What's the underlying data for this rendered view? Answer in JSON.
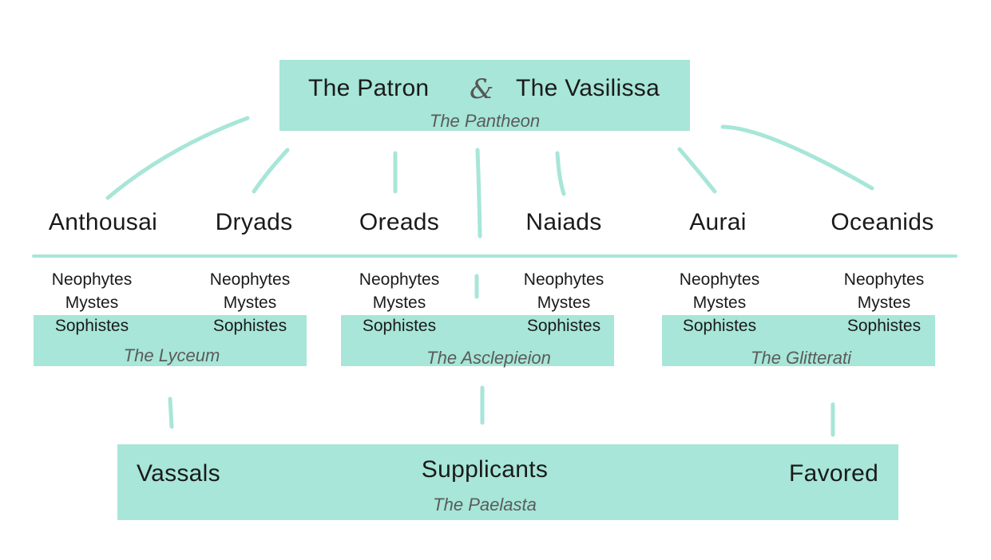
{
  "pantheon": {
    "left": "The Patron",
    "ampersand": "&",
    "right": "The Vasilissa",
    "label": "The Pantheon"
  },
  "groups": [
    "Anthousai",
    "Dryads",
    "Oreads",
    "Naiads",
    "Aurai",
    "Oceanids"
  ],
  "ranks": [
    "Neophytes",
    "Mystes",
    "Sophistes"
  ],
  "schools": [
    "The Lyceum",
    "The Asclepieion",
    "The Glitterati"
  ],
  "paelasta": {
    "left": "Vassals",
    "center": "Supplicants",
    "right": "Favored",
    "label": "The Paelasta"
  },
  "colors": {
    "accent": "#a7e6d8",
    "text": "#1a1a1a",
    "italic": "#5b5b5b"
  }
}
